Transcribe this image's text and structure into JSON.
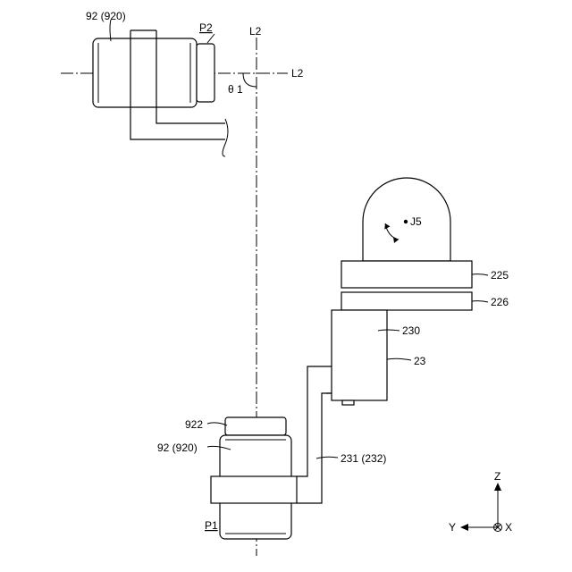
{
  "labels": {
    "top_component": "92 (920)",
    "p2": "P2",
    "l2_top": "L2",
    "l2_right": "L2",
    "theta": "θ 1",
    "j5": "J5",
    "part_225": "225",
    "part_226": "226",
    "part_230": "230",
    "part_23": "23",
    "part_922": "922",
    "bottom_component": "92 (920)",
    "part_231": "231 (232)",
    "p1": "P1",
    "axis_z": "Z",
    "axis_y": "Y",
    "axis_x": "X"
  }
}
